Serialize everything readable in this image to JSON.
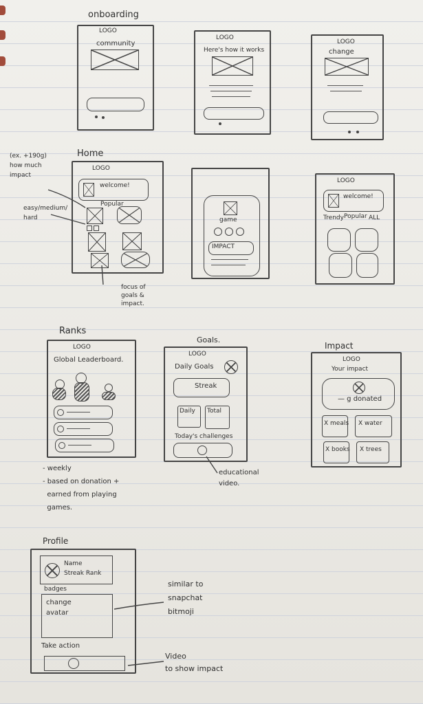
{
  "sections": {
    "onboarding": "onboarding",
    "home": "Home",
    "ranks": "Ranks",
    "goals": "Goals.",
    "impact": "Impact",
    "profile": "Profile"
  },
  "logo": "LOGO",
  "onboarding": {
    "screen1_title": "community",
    "screen2_title": "Here's how it works",
    "screen3_title": "change"
  },
  "home": {
    "note_impact": "(ex. +190g)\nhow much\nimpact",
    "note_difficulty": "easy/medium/\nhard",
    "note_focus": "focus of\ngoals &\nimpact.",
    "welcome": "welcome!",
    "tab_popular": "Popular",
    "tab_trendy": "Trendy",
    "tab_all": "ALL",
    "game": "game",
    "impact_btn": "IMPACT"
  },
  "ranks": {
    "title": "Global Leaderboard.",
    "note": "- weekly\n- based on donation +\n  earned from playing\n  games."
  },
  "goals": {
    "daily_goals": "Daily Goals",
    "streak": "Streak",
    "daily": "Daily",
    "total": "Total",
    "challenges": "Today's challenges",
    "note_video": "educational\nvideo."
  },
  "impact": {
    "title": "Your impact",
    "donated": "— g donated",
    "tiles": [
      "X meals",
      "X water",
      "X books",
      "X trees"
    ]
  },
  "profile": {
    "name": "Name",
    "streak_rank": "Streak Rank",
    "badge": "badges",
    "avatar": "change\navatar",
    "note_avatar": "similar to\nsnapchat\nbitmoji",
    "take_action": "Take action",
    "note_video": "Video\nto show impact"
  }
}
